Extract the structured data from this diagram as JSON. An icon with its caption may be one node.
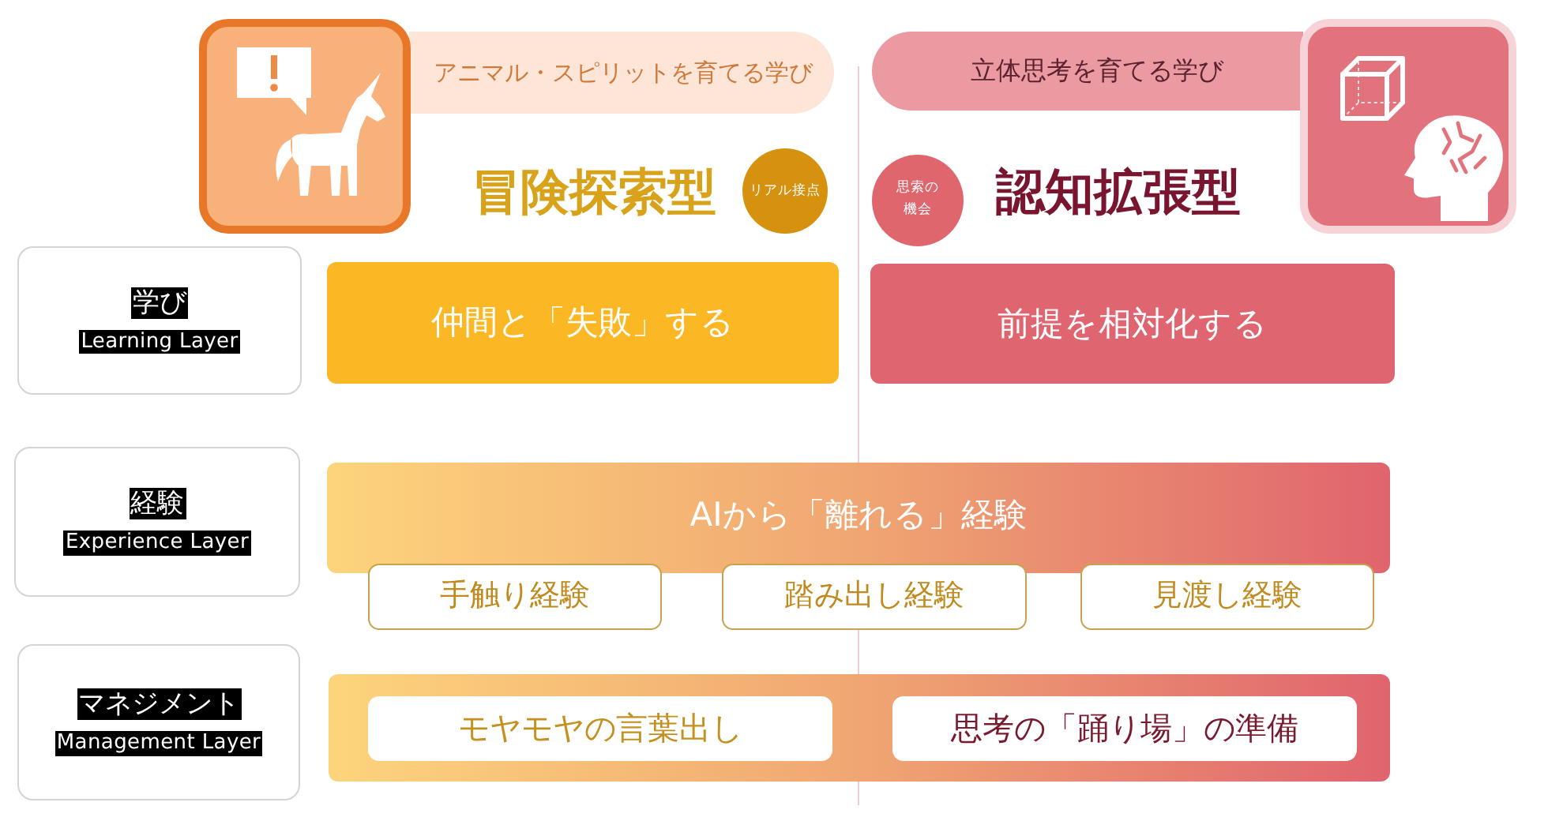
{
  "diagram": {
    "nodes": [
      {
        "text": [
          "アニマル・スピリットを育てる学び"
        ]
      },
      {
        "text": [
          "立体思考を育てる学び"
        ]
      },
      {
        "text": [
          "リアル接点"
        ]
      },
      {
        "text": [
          "思索の機会"
        ]
      },
      {
        "text": [
          "学び",
          "Learning Layer"
        ]
      },
      {
        "text": [
          "仲間と「失敗」する"
        ]
      },
      {
        "text": [
          "前提を相対化する"
        ]
      },
      {
        "text": [
          "経験",
          "Experience Layer"
        ]
      },
      {
        "text": [
          "AIから「離れる」経験"
        ]
      },
      {
        "text": [
          "手触り経験"
        ]
      },
      {
        "text": [
          "踏み出し経験"
        ]
      },
      {
        "text": [
          "見渡し経験"
        ]
      },
      {
        "text": [
          "マネジメント",
          "Management Layer"
        ]
      },
      {
        "text": [],
        "shape": "box"
      },
      {
        "text": [
          "モヤモヤの言葉出し"
        ],
        "in": 13
      },
      {
        "text": [
          "思考の「踊り場」の準備"
        ],
        "in": 13
      }
    ],
    "labels": [
      "冒険探索型",
      "認知拡張型"
    ]
  }
}
